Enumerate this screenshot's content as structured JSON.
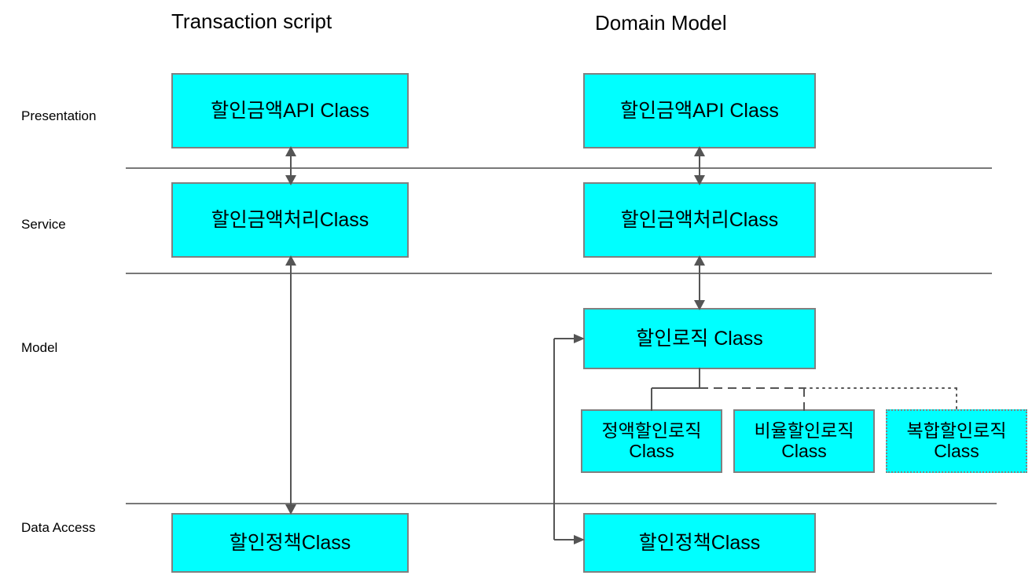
{
  "diagram": {
    "title_left": "Transaction script",
    "title_right": "Domain Model",
    "layers": [
      {
        "id": "presentation",
        "label": "Presentation"
      },
      {
        "id": "service",
        "label": "Service"
      },
      {
        "id": "model",
        "label": "Model"
      },
      {
        "id": "data-access",
        "label": "Data Access"
      }
    ],
    "colors": {
      "box_fill": "#00FFFF",
      "box_border": "#808080",
      "divider": "#787878",
      "connector": "#555555",
      "text": "#000000",
      "background": "#FFFFFF"
    },
    "left_column": {
      "name": "Transaction script",
      "boxes": [
        {
          "id": "ts-api",
          "layer": "presentation",
          "label": "할인금액API Class"
        },
        {
          "id": "ts-service",
          "layer": "service",
          "label": "할인금액처리Class"
        },
        {
          "id": "ts-policy",
          "layer": "data-access",
          "label": "할인정책Class"
        }
      ],
      "connectors": [
        {
          "id": "ts-api-to-service",
          "from": "ts-api",
          "to": "ts-service",
          "style": "solid",
          "arrows": "both"
        },
        {
          "id": "ts-service-to-policy",
          "from": "ts-service",
          "to": "ts-policy",
          "style": "solid",
          "arrows": "both"
        }
      ]
    },
    "right_column": {
      "name": "Domain Model",
      "boxes": [
        {
          "id": "dm-api",
          "layer": "presentation",
          "label": "할인금액API Class"
        },
        {
          "id": "dm-service",
          "layer": "service",
          "label": "할인금액처리Class"
        },
        {
          "id": "dm-logic",
          "layer": "model",
          "label": "할인로직 Class"
        },
        {
          "id": "dm-fixed",
          "layer": "model",
          "label": "정액할인로직\nClass"
        },
        {
          "id": "dm-rate",
          "layer": "model",
          "label": "비율할인로직\nClass"
        },
        {
          "id": "dm-composite",
          "layer": "model",
          "label": "복합할인로직\nClass",
          "border_style": "dotted"
        },
        {
          "id": "dm-policy",
          "layer": "data-access",
          "label": "할인정책Class"
        }
      ],
      "connectors": [
        {
          "id": "dm-api-to-service",
          "from": "dm-api",
          "to": "dm-service",
          "style": "solid",
          "arrows": "both"
        },
        {
          "id": "dm-service-to-logic",
          "from": "dm-service",
          "to": "dm-logic",
          "style": "solid",
          "arrows": "both"
        },
        {
          "id": "dm-logic-to-fixed",
          "from": "dm-logic",
          "to": "dm-fixed",
          "style": "solid",
          "arrows": "none"
        },
        {
          "id": "dm-logic-to-rate",
          "from": "dm-logic",
          "to": "dm-rate",
          "style": "dashed",
          "arrows": "none"
        },
        {
          "id": "dm-logic-to-composite",
          "from": "dm-logic",
          "to": "dm-composite",
          "style": "dotted",
          "arrows": "none"
        },
        {
          "id": "dm-policy-to-logic",
          "from": "dm-policy",
          "to": "dm-logic",
          "style": "solid",
          "arrows": "end"
        }
      ]
    }
  }
}
